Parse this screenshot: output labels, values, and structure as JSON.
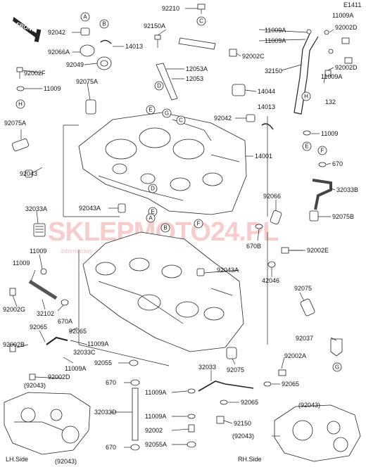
{
  "diagram_id": "E1411",
  "front_label": "FRONT",
  "watermark": {
    "brand": "SKLEPMOTO24.PL",
    "tagline": "internetowy sklep motocyklowy"
  },
  "side_labels": {
    "lh": "LH.Side",
    "rh": "RH.Side"
  },
  "ref_letters": [
    "A",
    "B",
    "C",
    "D",
    "E",
    "F",
    "G",
    "H"
  ],
  "parts": {
    "p92210": "92210",
    "p92042a": "92042",
    "p92150a": "92150A",
    "p14013a": "14013",
    "p92066a": "92066A",
    "p92049": "92049",
    "p12053a": "12053A",
    "p12053": "12053",
    "p92002f": "92002F",
    "p11009a": "11009",
    "p92075a": "92075A",
    "p92002c": "92002C",
    "p11009a_tr1": "11009A",
    "p11009a_tr2": "11009A",
    "p11009a_tr3": "11009A",
    "p92002d_1": "92002D",
    "p92002d_2": "92002D",
    "p32150": "32150",
    "p132": "132",
    "p14044": "14044",
    "p92042b": "92042",
    "p14013b": "14013",
    "p11009b": "11009",
    "p92075a_l": "92075A",
    "p670a": "670",
    "p14001": "14001",
    "p32033b": "32033B",
    "p92043a": "92043",
    "p92066": "92066",
    "p92075b": "92075B",
    "p32033a": "32033A",
    "p92043a_c": "92043A",
    "p670b": "670B",
    "p92002e": "92002E",
    "p11009c": "11009",
    "p11009d": "11009",
    "p92043a_m": "92043A",
    "p42046": "42046",
    "p92002g": "92002G",
    "p32102": "32102",
    "p670a_l": "670A",
    "p92075b_r": "92075",
    "p92065a": "92065",
    "p92065b": "92065",
    "p92037": "92037",
    "p11009a_m": "11009A",
    "p32033c": "32033C",
    "p92002b": "92002B",
    "p92055a": "92055",
    "p92075c": "92075",
    "p92002a": "92002A",
    "p11009a_l": "11009A",
    "p92002d_l": "92002D",
    "p32033": "32033",
    "p92065c": "92065",
    "p670c": "670",
    "p11009a_b": "11009A",
    "p92065d": "92065",
    "p92043_l": "(92043)",
    "p32033d": "32033D",
    "p11009a_b2": "11009A",
    "p92150": "92150",
    "p92043_r": "(92043)",
    "p92002": "92002",
    "p670d": "670",
    "p92055a_b": "92055A",
    "p92043_lb": "(92043)",
    "p92043_rb": "(92043)"
  }
}
